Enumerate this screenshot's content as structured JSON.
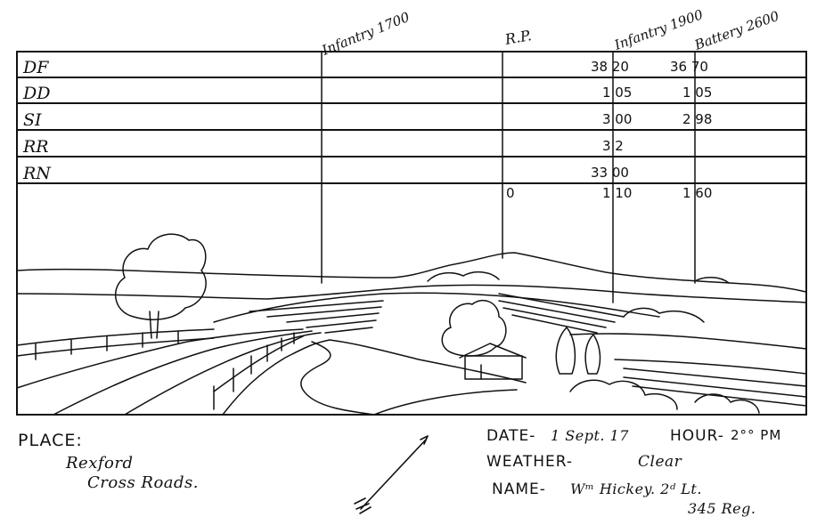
{
  "columns": {
    "infantry_1700": "Infantry 1700",
    "rp": "R.P.",
    "infantry_1900": "Infantry 1900",
    "battery_2600": "Battery 2600"
  },
  "rows": [
    {
      "label": "DF",
      "rp": "",
      "inf1900": "38 20",
      "battery": "36 70"
    },
    {
      "label": "DD",
      "rp": "",
      "inf1900": "1 05",
      "battery": "1 05"
    },
    {
      "label": "SI",
      "rp": "",
      "inf1900": "3 00",
      "battery": "2 98"
    },
    {
      "label": "RR",
      "rp": "",
      "inf1900": "3 2",
      "battery": ""
    },
    {
      "label": "RN",
      "rp": "",
      "inf1900": "33 00",
      "battery": ""
    },
    {
      "label": "",
      "rp": "0",
      "inf1900": "1 10",
      "battery": "1 60"
    }
  ],
  "footer": {
    "place_label": "PLACE:",
    "place_line1": "Rexford",
    "place_line2": "Cross Roads.",
    "date_label": "DATE-",
    "date_value": "1 Sept. 17",
    "hour_label": "HOUR-",
    "hour_value": "2°° PM",
    "weather_label": "WEATHER-",
    "weather_value": "Clear",
    "name_label": "NAME-",
    "name_value": "Wᵐ Hickey. 2ᵈ Lt.",
    "name_line2": "345 Reg."
  }
}
